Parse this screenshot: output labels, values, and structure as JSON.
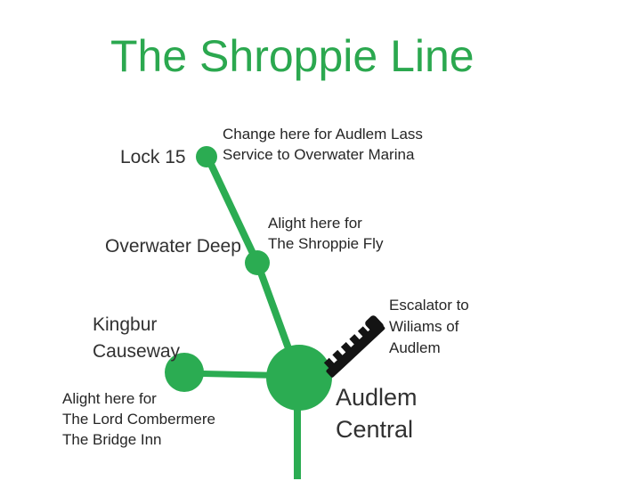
{
  "title": "The Shroppie Line",
  "colors": {
    "green": "#2BAC52",
    "title_green": "#2BA84F",
    "text": "#313131",
    "annotation_text": "#262626",
    "black": "#141414",
    "background": "#ffffff"
  },
  "stations": {
    "lock15": {
      "label": "Lock 15"
    },
    "overwater_deep": {
      "label": "Overwater Deep"
    },
    "kingbur_causeway": {
      "lines": [
        "Kingbur",
        "Causeway"
      ]
    },
    "audlem_central": {
      "lines": [
        "Audlem",
        "Central"
      ]
    }
  },
  "annotations": {
    "lock15": {
      "lines": [
        "Change here for Audlem Lass",
        "Service to Overwater Marina"
      ]
    },
    "overwater_deep": {
      "lines": [
        "Alight here for",
        "The Shroppie Fly"
      ]
    },
    "audlem_central": {
      "lines": [
        "Escalator to",
        "Wiliams of",
        "Audlem"
      ]
    },
    "kingbur_causeway": {
      "lines": [
        "Alight here for",
        "The Lord Combermere",
        "The Bridge Inn"
      ]
    }
  }
}
